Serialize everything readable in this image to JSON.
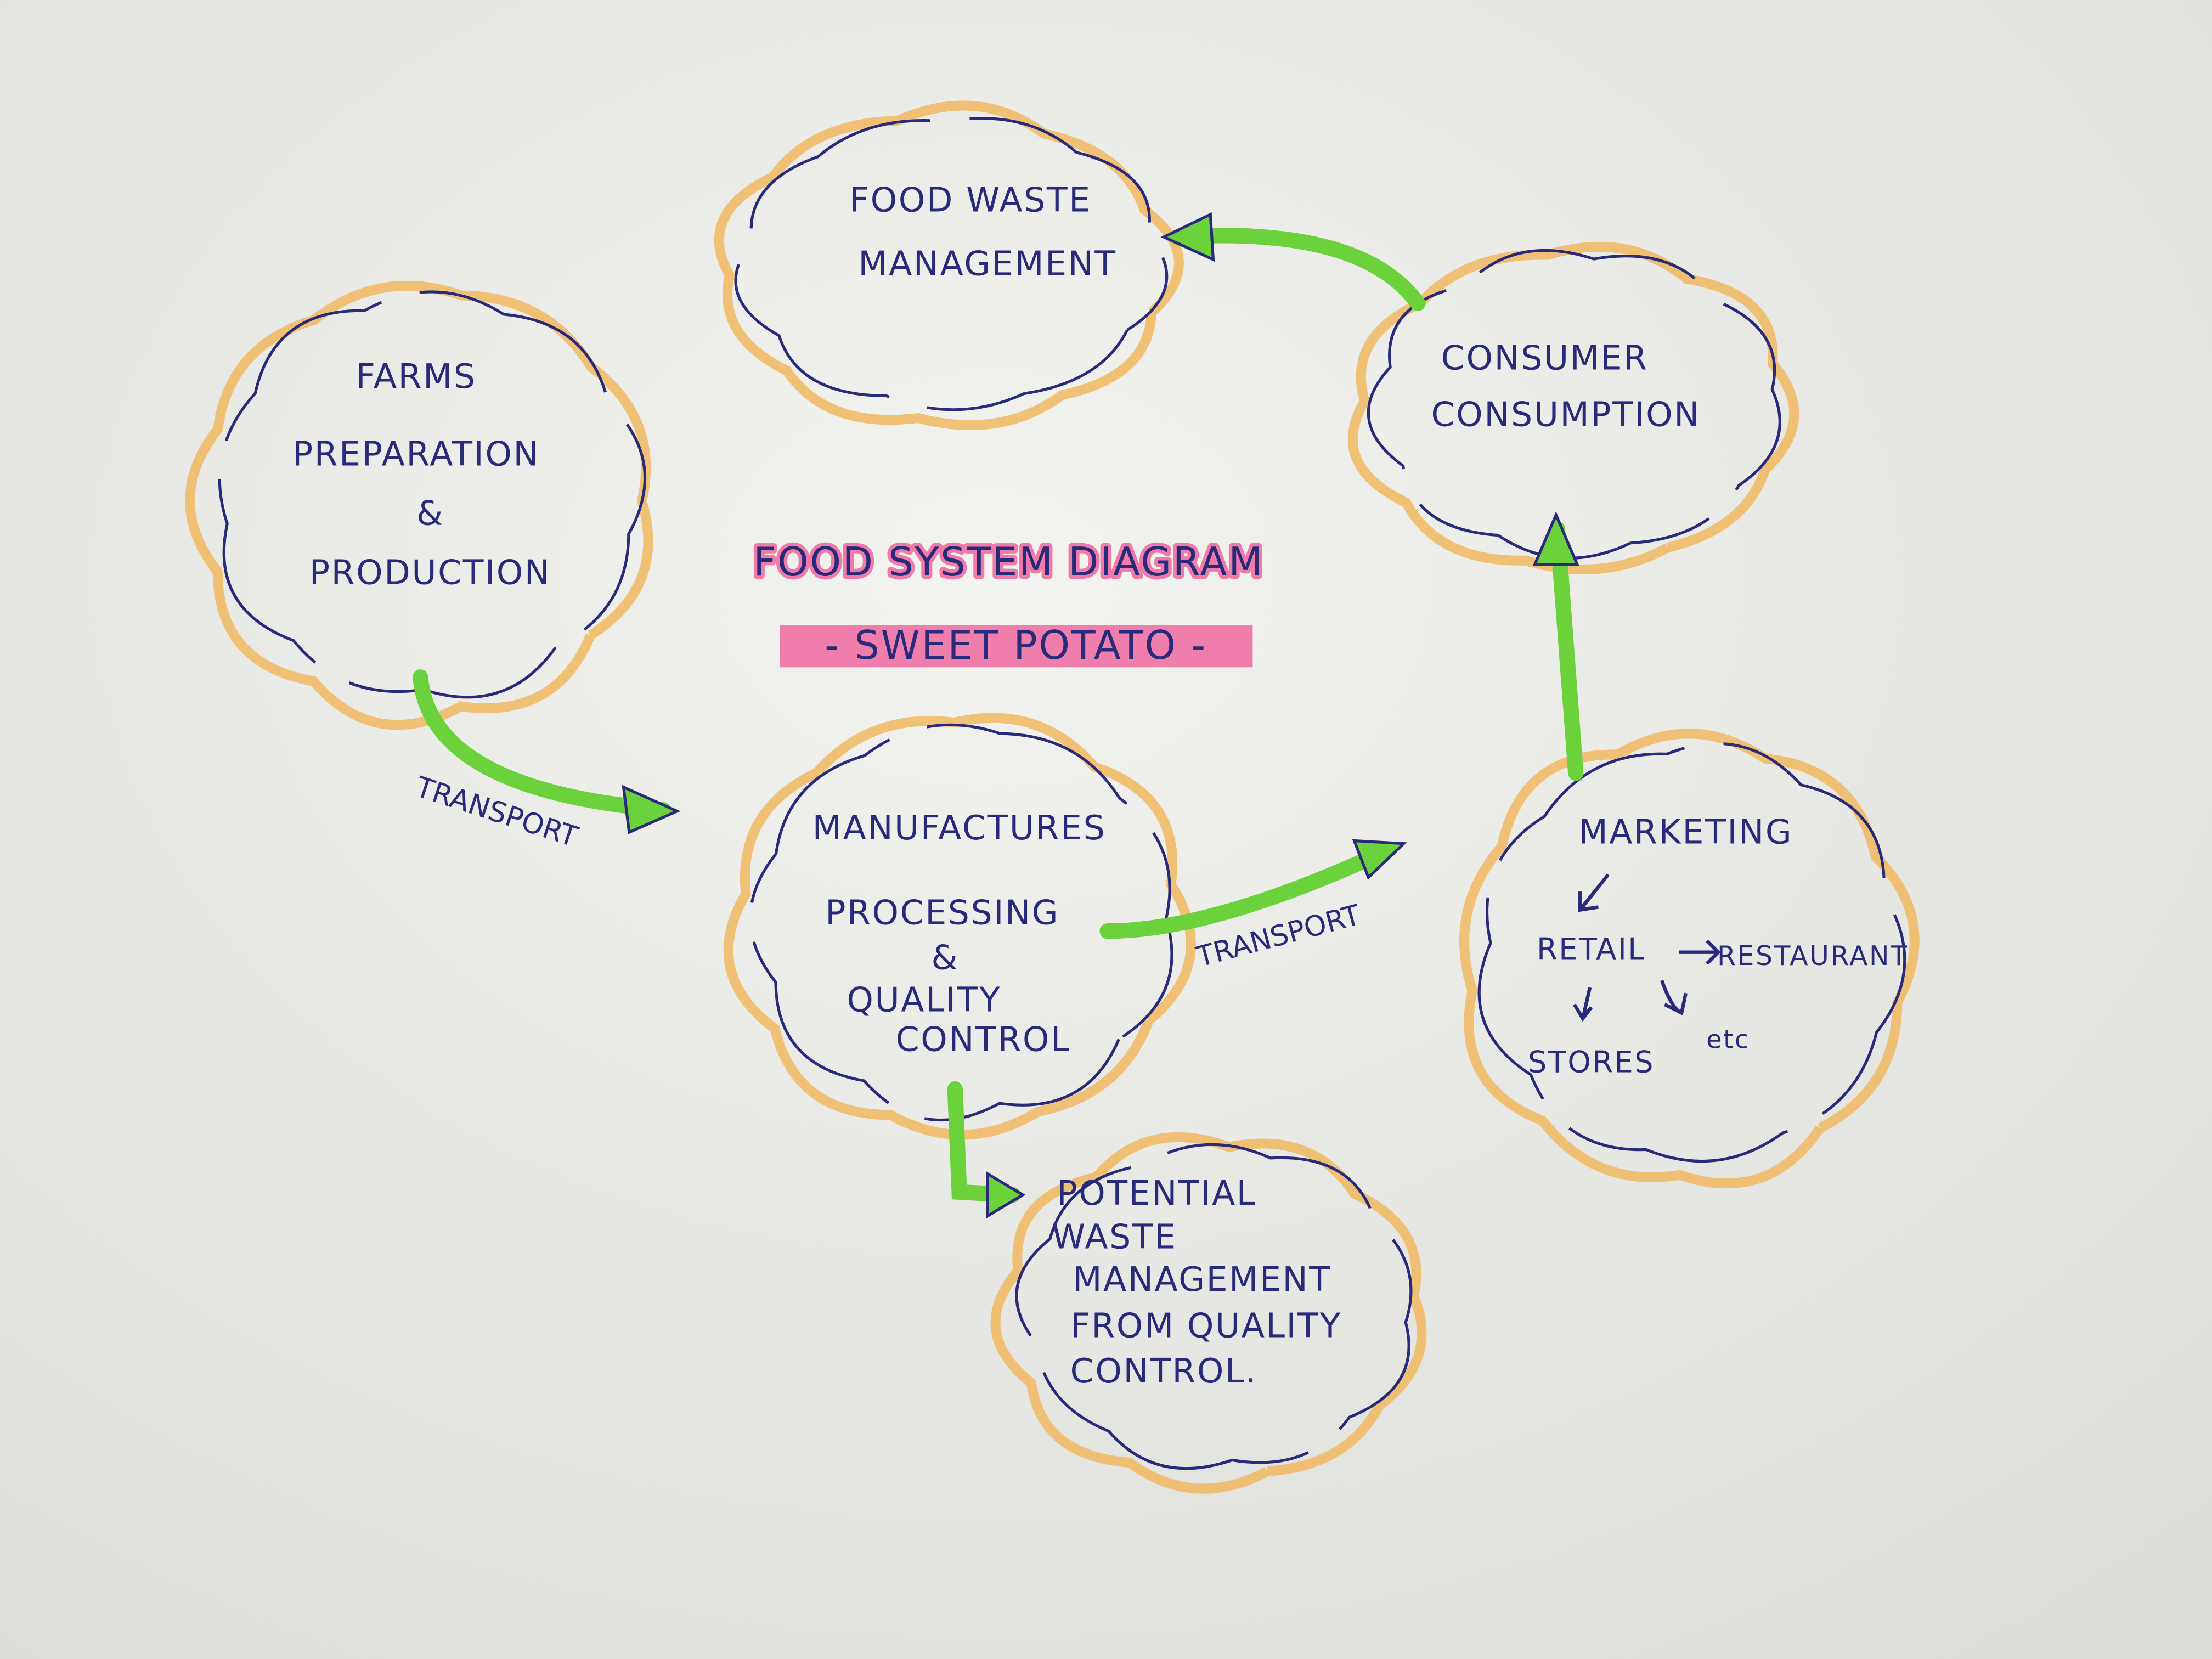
{
  "title": {
    "main": "FOOD SYSTEM DIAGRAM",
    "subtitle": "- SWEET POTATO -"
  },
  "nodes": {
    "food_waste": {
      "lines": [
        "FOOD WASTE",
        "MANAGEMENT"
      ]
    },
    "farms": {
      "lines": [
        "FARMS",
        "PREPARATION",
        "&",
        "PRODUCTION"
      ]
    },
    "consumer": {
      "lines": [
        "CONSUMER",
        "CONSUMPTION"
      ]
    },
    "manufactures": {
      "lines": [
        "MANUFACTURES",
        "PROCESSING",
        "&",
        "QUALITY",
        "CONTROL"
      ]
    },
    "marketing": {
      "title": "MARKETING",
      "retail": "RETAIL",
      "restaurant": "RESTAURANT",
      "stores": "STORES",
      "etc": "etc"
    },
    "potential_waste": {
      "lines": [
        "POTENTIAL",
        "WASTE",
        "MANAGEMENT",
        "FROM QUALITY",
        "CONTROL."
      ]
    }
  },
  "edges": [
    {
      "from": "farms",
      "to": "manufactures",
      "label": "TRANSPORT"
    },
    {
      "from": "manufactures",
      "to": "marketing",
      "label": "TRANSPORT"
    },
    {
      "from": "marketing",
      "to": "consumer",
      "label": ""
    },
    {
      "from": "consumer",
      "to": "food_waste",
      "label": ""
    },
    {
      "from": "manufactures",
      "to": "potential_waste",
      "label": ""
    }
  ],
  "colors": {
    "ink": "#2a2a7a",
    "outline": "#f0b860",
    "arrow": "#6cd23c",
    "highlight": "#f06aa0",
    "paper": "#e9e9e6"
  }
}
